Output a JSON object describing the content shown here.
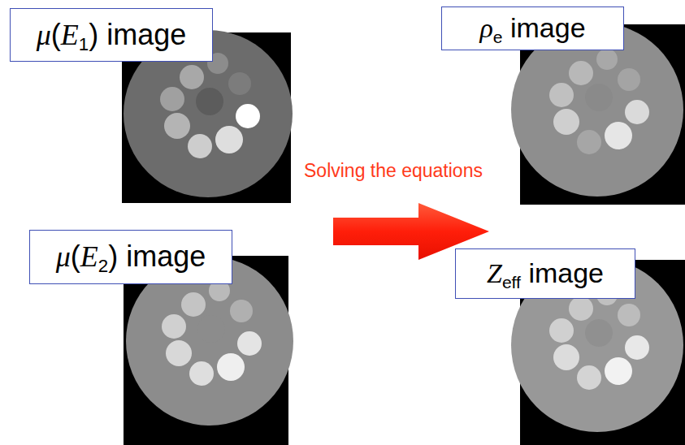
{
  "diagram": {
    "nodes": [
      {
        "text": [
          "μ(E1) image"
        ]
      },
      {
        "text": [
          "μ(E2) image"
        ]
      },
      {
        "text": [
          "ρe image"
        ]
      },
      {
        "text": [
          "Zeff image"
        ]
      }
    ],
    "labels": [
      "Solving the equations"
    ]
  }
}
